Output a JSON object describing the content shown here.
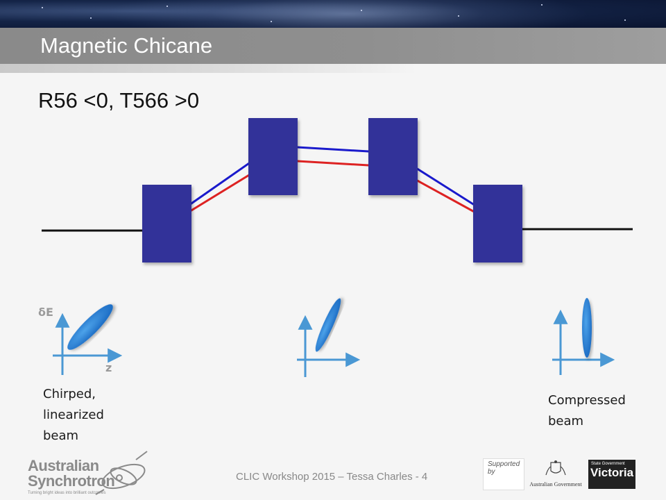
{
  "slide": {
    "title": "Magnetic Chicane",
    "subtitle": "R56 <0, T566 >0",
    "footer": "CLIC Workshop 2015 – Tessa Charles - 4"
  },
  "phase_space": {
    "y_axis_label": "δE",
    "x_axis_label": "z",
    "caption_left": "Chirped,\nlinearized\nbeam",
    "caption_right": "Compressed\nbeam"
  },
  "logos": {
    "synchrotron_line1": "Australian",
    "synchrotron_line2": "Synchrotron",
    "synchrotron_tagline": "Turning bright ideas into brilliant outcomes",
    "supported_by": "Supported\nby",
    "australian_government": "Australian Government",
    "state_government": "State Government",
    "victoria": "Victoria"
  },
  "colors": {
    "magnet": "#333399",
    "trajectory_blue": "#1a1acc",
    "trajectory_red": "#dd2222",
    "axis": "#4a98d4",
    "beam": "#2a7fd6"
  }
}
